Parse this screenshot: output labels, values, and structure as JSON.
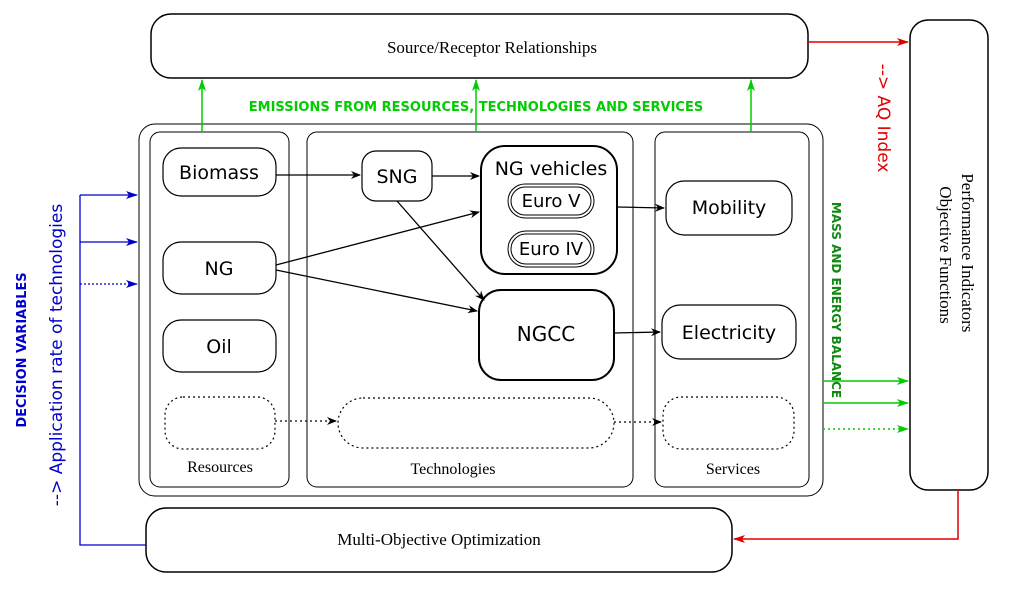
{
  "boxes": {
    "source_receptor": "Source/Receptor Relationships",
    "performance": [
      "Performance Indicators",
      "Objective Functions"
    ],
    "optimization": "Multi-Objective Optimization"
  },
  "labels": {
    "emissions": "EMISSIONS FROM RESOURCES, TECHNOLOGIES AND SERVICES",
    "mass_energy": "MASS AND ENERGY BALANCE",
    "aq_index": "--> AQ Index",
    "decision_title": "DECISION VARIABLES",
    "decision_sub": "--> Application rate of technologies"
  },
  "groups": {
    "resources": "Resources",
    "technologies": "Technologies",
    "services": "Services"
  },
  "nodes": {
    "biomass": "Biomass",
    "ng": "NG",
    "oil": "Oil",
    "sng": "SNG",
    "ng_vehicles": "NG vehicles",
    "euro_v": "Euro V",
    "euro_iv": "Euro IV",
    "ngcc": "NGCC",
    "mobility": "Mobility",
    "electricity": "Electricity"
  },
  "colors": {
    "blue": "#0000cc",
    "red": "#e00000",
    "green": "#00cc00",
    "dark_green": "#118811",
    "black": "#000000"
  }
}
